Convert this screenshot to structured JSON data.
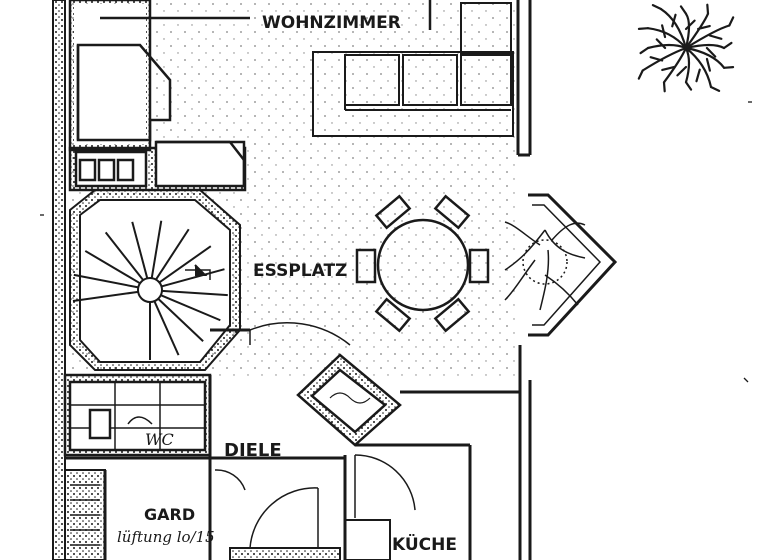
{
  "rooms": {
    "wohnzimmer": "WOHNZIMMER",
    "essplatz": "ESSPLATZ",
    "diele": "DIELE",
    "wc": "WC",
    "gard": "GARD",
    "lueftung": "lüftung lo/15",
    "kueche": "KÜCHE"
  },
  "colors": {
    "ink": "#1a1a1a",
    "paper": "#ffffff"
  },
  "icons": [
    "tree-symbol",
    "plant-symbol",
    "spiral-staircase",
    "fireplace",
    "sofa",
    "dining-table"
  ]
}
